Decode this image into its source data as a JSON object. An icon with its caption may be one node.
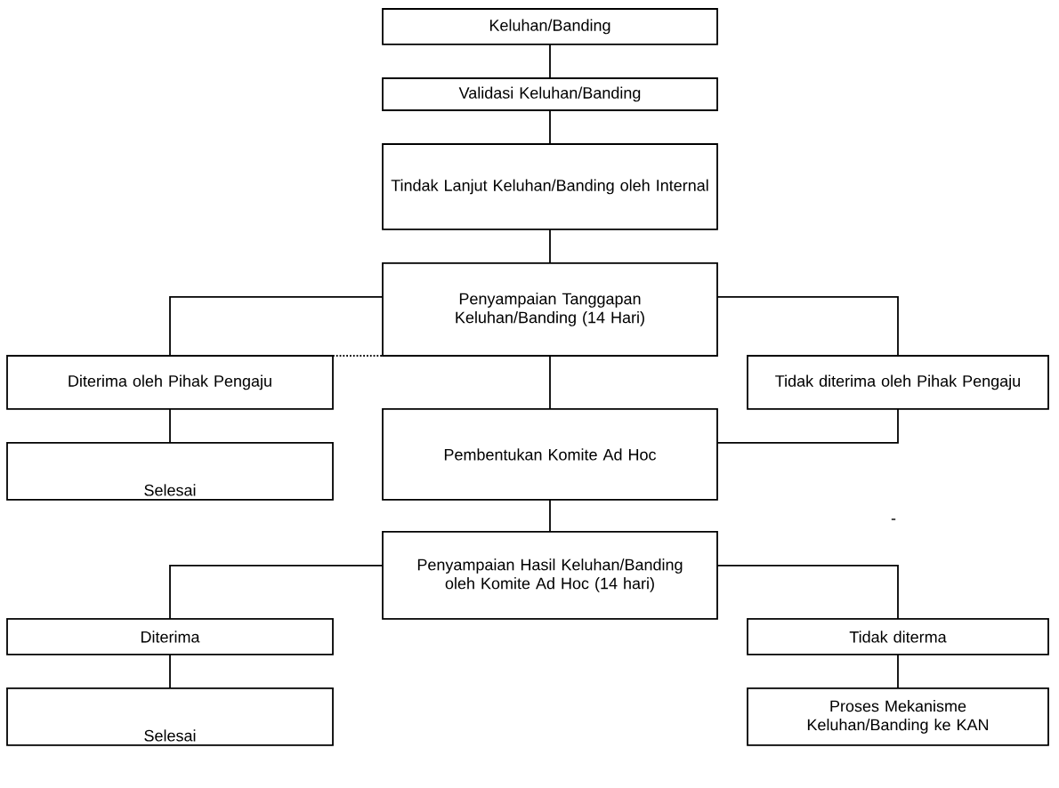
{
  "diagram": {
    "nodes": [
      {
        "text": [
          "Keluhan/Banding"
        ]
      },
      {
        "text": [
          "Validasi Keluhan/Banding"
        ]
      },
      {
        "text": [
          "Tindak Lanjut Keluhan/Banding oleh Internal"
        ]
      },
      {
        "text": [
          "Penyampaian Tanggapan Keluhan/Banding (14 Hari)"
        ]
      },
      {
        "text": [
          "Diterima oleh Pihak Pengaju"
        ]
      },
      {
        "text": [
          "Tidak diterima oleh Pihak Pengaju"
        ]
      },
      {
        "text": [
          "Selesai"
        ]
      },
      {
        "text": [
          "Pembentukan Komite Ad Hoc"
        ]
      },
      {
        "text": [
          "Penyampaian Hasil Keluhan/Banding oleh Komite Ad Hoc (14 hari)"
        ]
      },
      {
        "text": [
          "Diterima"
        ]
      },
      {
        "text": [
          "Tidak diterma"
        ]
      },
      {
        "text": [
          "Selesai"
        ]
      },
      {
        "text": [
          "Proses Mekanisme Keluhan/Banding ke KAN"
        ]
      }
    ],
    "edges": [
      {
        "from": 0,
        "to": 1,
        "arrow": "none"
      },
      {
        "from": 1,
        "to": 2,
        "arrow": "none"
      },
      {
        "from": 2,
        "to": 3,
        "arrow": "none"
      },
      {
        "from": 3,
        "to": 4,
        "arrow": "none"
      },
      {
        "from": 3,
        "to": 5,
        "arrow": "none"
      },
      {
        "from": 3,
        "to": 7,
        "arrow": "none"
      },
      {
        "from": 4,
        "to": 3,
        "arrow": "none",
        "style": "dashed"
      },
      {
        "from": 4,
        "to": 6,
        "arrow": "none"
      },
      {
        "from": 5,
        "to": 7,
        "arrow": "none"
      },
      {
        "from": 7,
        "to": 8,
        "arrow": "none"
      },
      {
        "from": 8,
        "to": 9,
        "arrow": "none"
      },
      {
        "from": 8,
        "to": 10,
        "arrow": "none"
      },
      {
        "from": 9,
        "to": 11,
        "arrow": "none"
      },
      {
        "from": 10,
        "to": 12,
        "arrow": "none"
      }
    ],
    "labels": [
      "-"
    ]
  }
}
